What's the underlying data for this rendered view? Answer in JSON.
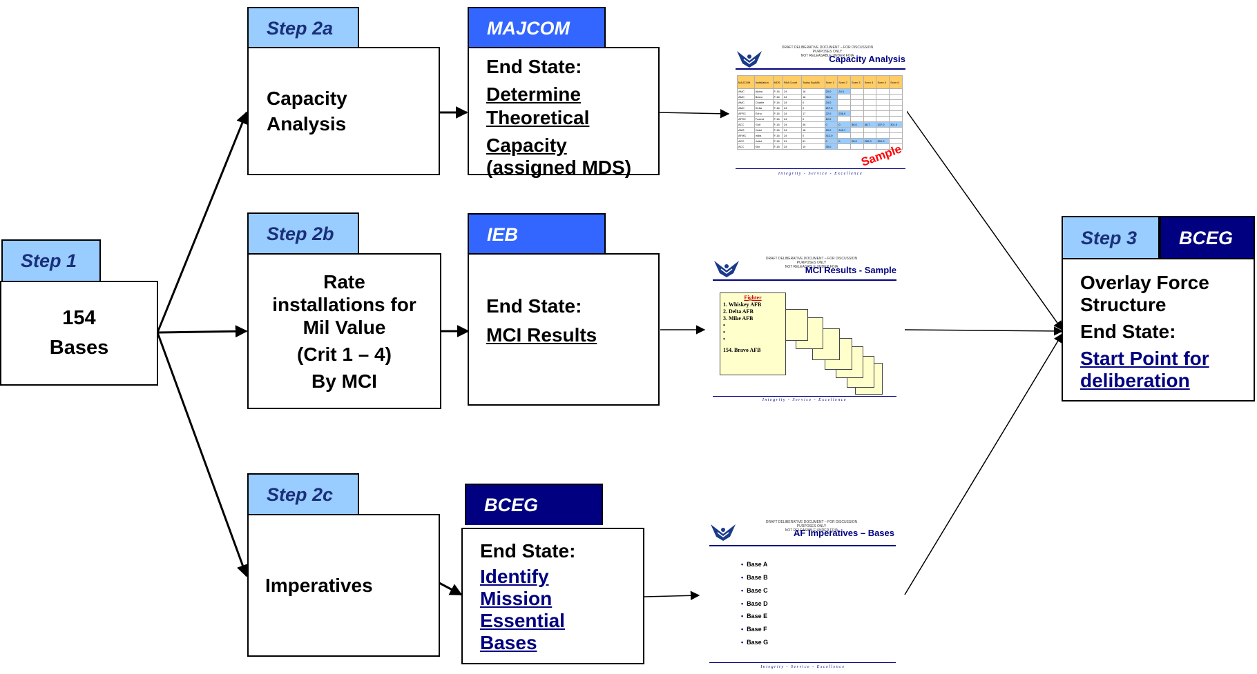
{
  "step1": {
    "tab": "Step 1",
    "line1": "154",
    "line2": "Bases"
  },
  "step2a": {
    "tab": "Step 2a",
    "line1": "Capacity",
    "line2": "Analysis",
    "owner": "MAJCOM",
    "end_state_label": "End State:",
    "end_state_lines": [
      "Determine",
      "Theoretical",
      "Capacity",
      "(assigned MDS)"
    ]
  },
  "step2b": {
    "tab": "Step 2b",
    "lines": [
      "Rate",
      "installations for",
      "Mil Value",
      "(Crit 1 – 4)",
      "By MCI"
    ],
    "owner": "IEB",
    "end_state_label": "End State",
    "end_state_colon": ":",
    "end_state_value": "MCI Results"
  },
  "step2c": {
    "tab": "Step 2c",
    "label": "Imperatives",
    "owner": "BCEG",
    "end_state_label": "End State:",
    "end_state_lines": [
      "Identify",
      "Mission",
      "Essential",
      "Bases"
    ]
  },
  "step3": {
    "tab": "Step 3",
    "owner": "BCEG",
    "line1": "Overlay Force",
    "line2": "Structure",
    "end_state_label": "End State:",
    "end_state_lines": [
      "Start Point for",
      "deliberation"
    ]
  },
  "slides": {
    "header_line1": "DRAFT DELIBERATIVE DOCUMENT – FOR DISCUSSION PURPOSES ONLY",
    "header_line2": "NOT RELEASABLE UNDER FOIA",
    "footer": "Integrity - Service - Excellence",
    "capacity": {
      "title": "Capacity Analysis",
      "stamp": "Sample",
      "headers": [
        "MAJCOM",
        "Installation",
        "MDS",
        "PAA Count",
        "Today Sqd/Alt",
        "Scen 1",
        "Scen 2",
        "Scen 3",
        "Scen 4",
        "Scen 5",
        "Scen 6"
      ],
      "rows": [
        [
          "AMC",
          "Alpha",
          "F-16",
          "24",
          "18",
          "20.0",
          "24.0",
          "",
          "",
          "",
          ""
        ],
        [
          "AMC",
          "Bravo",
          "F-16",
          "24",
          "18",
          "36.0",
          "",
          "",
          "",
          "",
          ""
        ],
        [
          "AMC",
          "Charlie",
          "F-16",
          "24",
          "0",
          "24.0",
          "",
          "",
          "",
          "",
          ""
        ],
        [
          "AMC",
          "Delta",
          "F-16",
          "24",
          "0",
          "217.0",
          "",
          "",
          "",
          "",
          ""
        ],
        [
          "AFRC",
          "Echo",
          "F-16",
          "24",
          "17",
          "22.0",
          "236.0",
          "",
          "",
          "",
          ""
        ],
        [
          "AFRC",
          "Foxtrot",
          "F-16",
          "24",
          "0",
          "12.0",
          "",
          "",
          "",
          "",
          ""
        ],
        [
          "ACC",
          "Golf",
          "F-16",
          "24",
          "48",
          "0",
          "0",
          "36.0",
          "48.7",
          "107.0",
          "301.0"
        ],
        [
          "ANG",
          "Hotel",
          "F-16",
          "24",
          "18",
          "20.0",
          "243.7",
          "",
          "",
          "",
          ""
        ],
        [
          "AFMC",
          "India",
          "F-16",
          "24",
          "0",
          "412.0",
          "",
          "",
          "",
          "",
          ""
        ],
        [
          "ACC",
          "Juliet",
          "F-16",
          "24",
          "61",
          "0",
          "0",
          "28.0",
          "200.0",
          "301.0",
          ""
        ],
        [
          "ACC",
          "Kilo",
          "F-16",
          "24",
          "10",
          "30.0",
          "",
          "",
          "",
          "",
          ""
        ]
      ]
    },
    "mci": {
      "title": "MCI Results - Sample",
      "note_heading": "Fighter",
      "note_lines": [
        "1.  Whiskey AFB",
        "2.  Delta AFB",
        "3.  Mike AFB",
        "•",
        "•",
        "•",
        "154. Bravo AFB"
      ]
    },
    "imperatives": {
      "title": "AF Imperatives – Bases",
      "bullets": [
        "Base A",
        "Base B",
        "Base C",
        "Base D",
        "Base E",
        "Base F",
        "Base G"
      ]
    }
  }
}
